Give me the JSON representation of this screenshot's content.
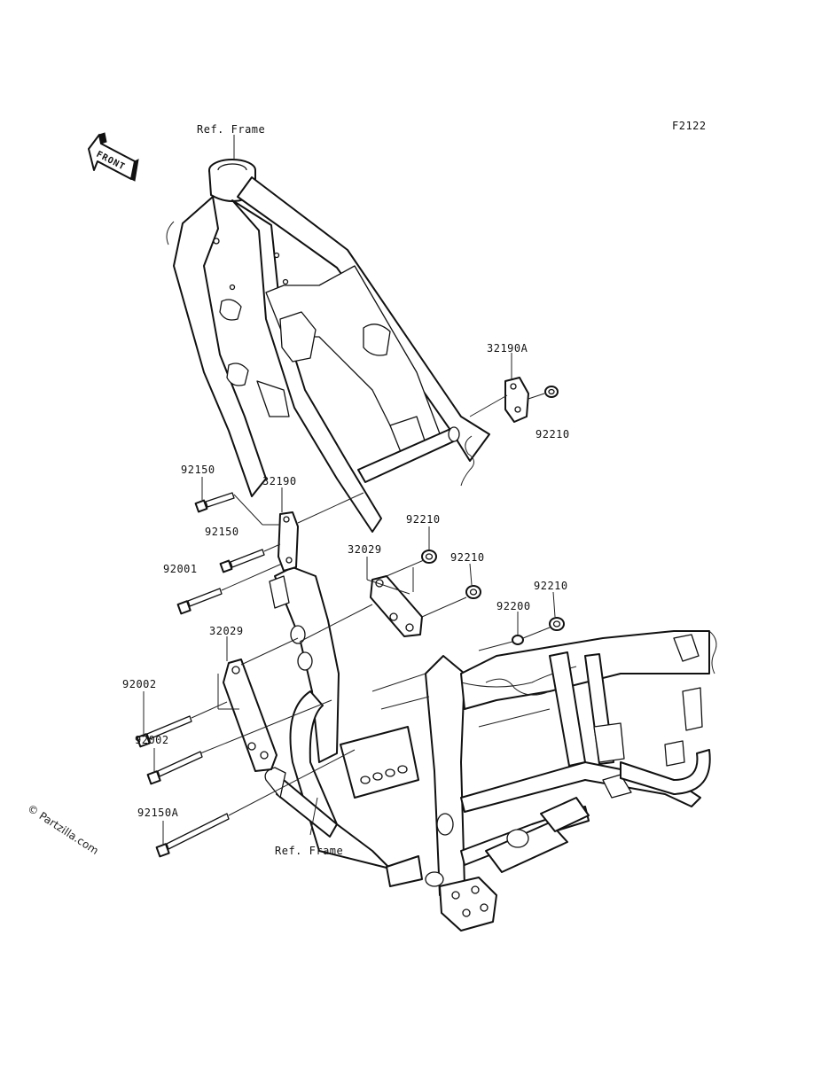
{
  "diagram": {
    "code": "F2122",
    "front_label": "FRONT",
    "watermark": "© Partzilla.com",
    "footer_line1": "",
    "footer_line2": ""
  },
  "callouts": [
    {
      "id": "ref-frame-top",
      "text": "Ref. Frame"
    },
    {
      "id": "p32190a",
      "text": "32190A"
    },
    {
      "id": "p92210-a",
      "text": "92210"
    },
    {
      "id": "p92150-a",
      "text": "92150"
    },
    {
      "id": "p32190",
      "text": "32190"
    },
    {
      "id": "p92150-b",
      "text": "92150"
    },
    {
      "id": "p92001",
      "text": "92001"
    },
    {
      "id": "p32029-a",
      "text": "32029"
    },
    {
      "id": "p92210-b",
      "text": "92210"
    },
    {
      "id": "p92210-c",
      "text": "92210"
    },
    {
      "id": "p92210-d",
      "text": "92210"
    },
    {
      "id": "p92200",
      "text": "92200"
    },
    {
      "id": "p32029-b",
      "text": "32029"
    },
    {
      "id": "p92002-a",
      "text": "92002"
    },
    {
      "id": "p92002-b",
      "text": "92002"
    },
    {
      "id": "p92150a",
      "text": "92150A"
    },
    {
      "id": "ref-frame-bottom",
      "text": "Ref. Frame"
    }
  ]
}
